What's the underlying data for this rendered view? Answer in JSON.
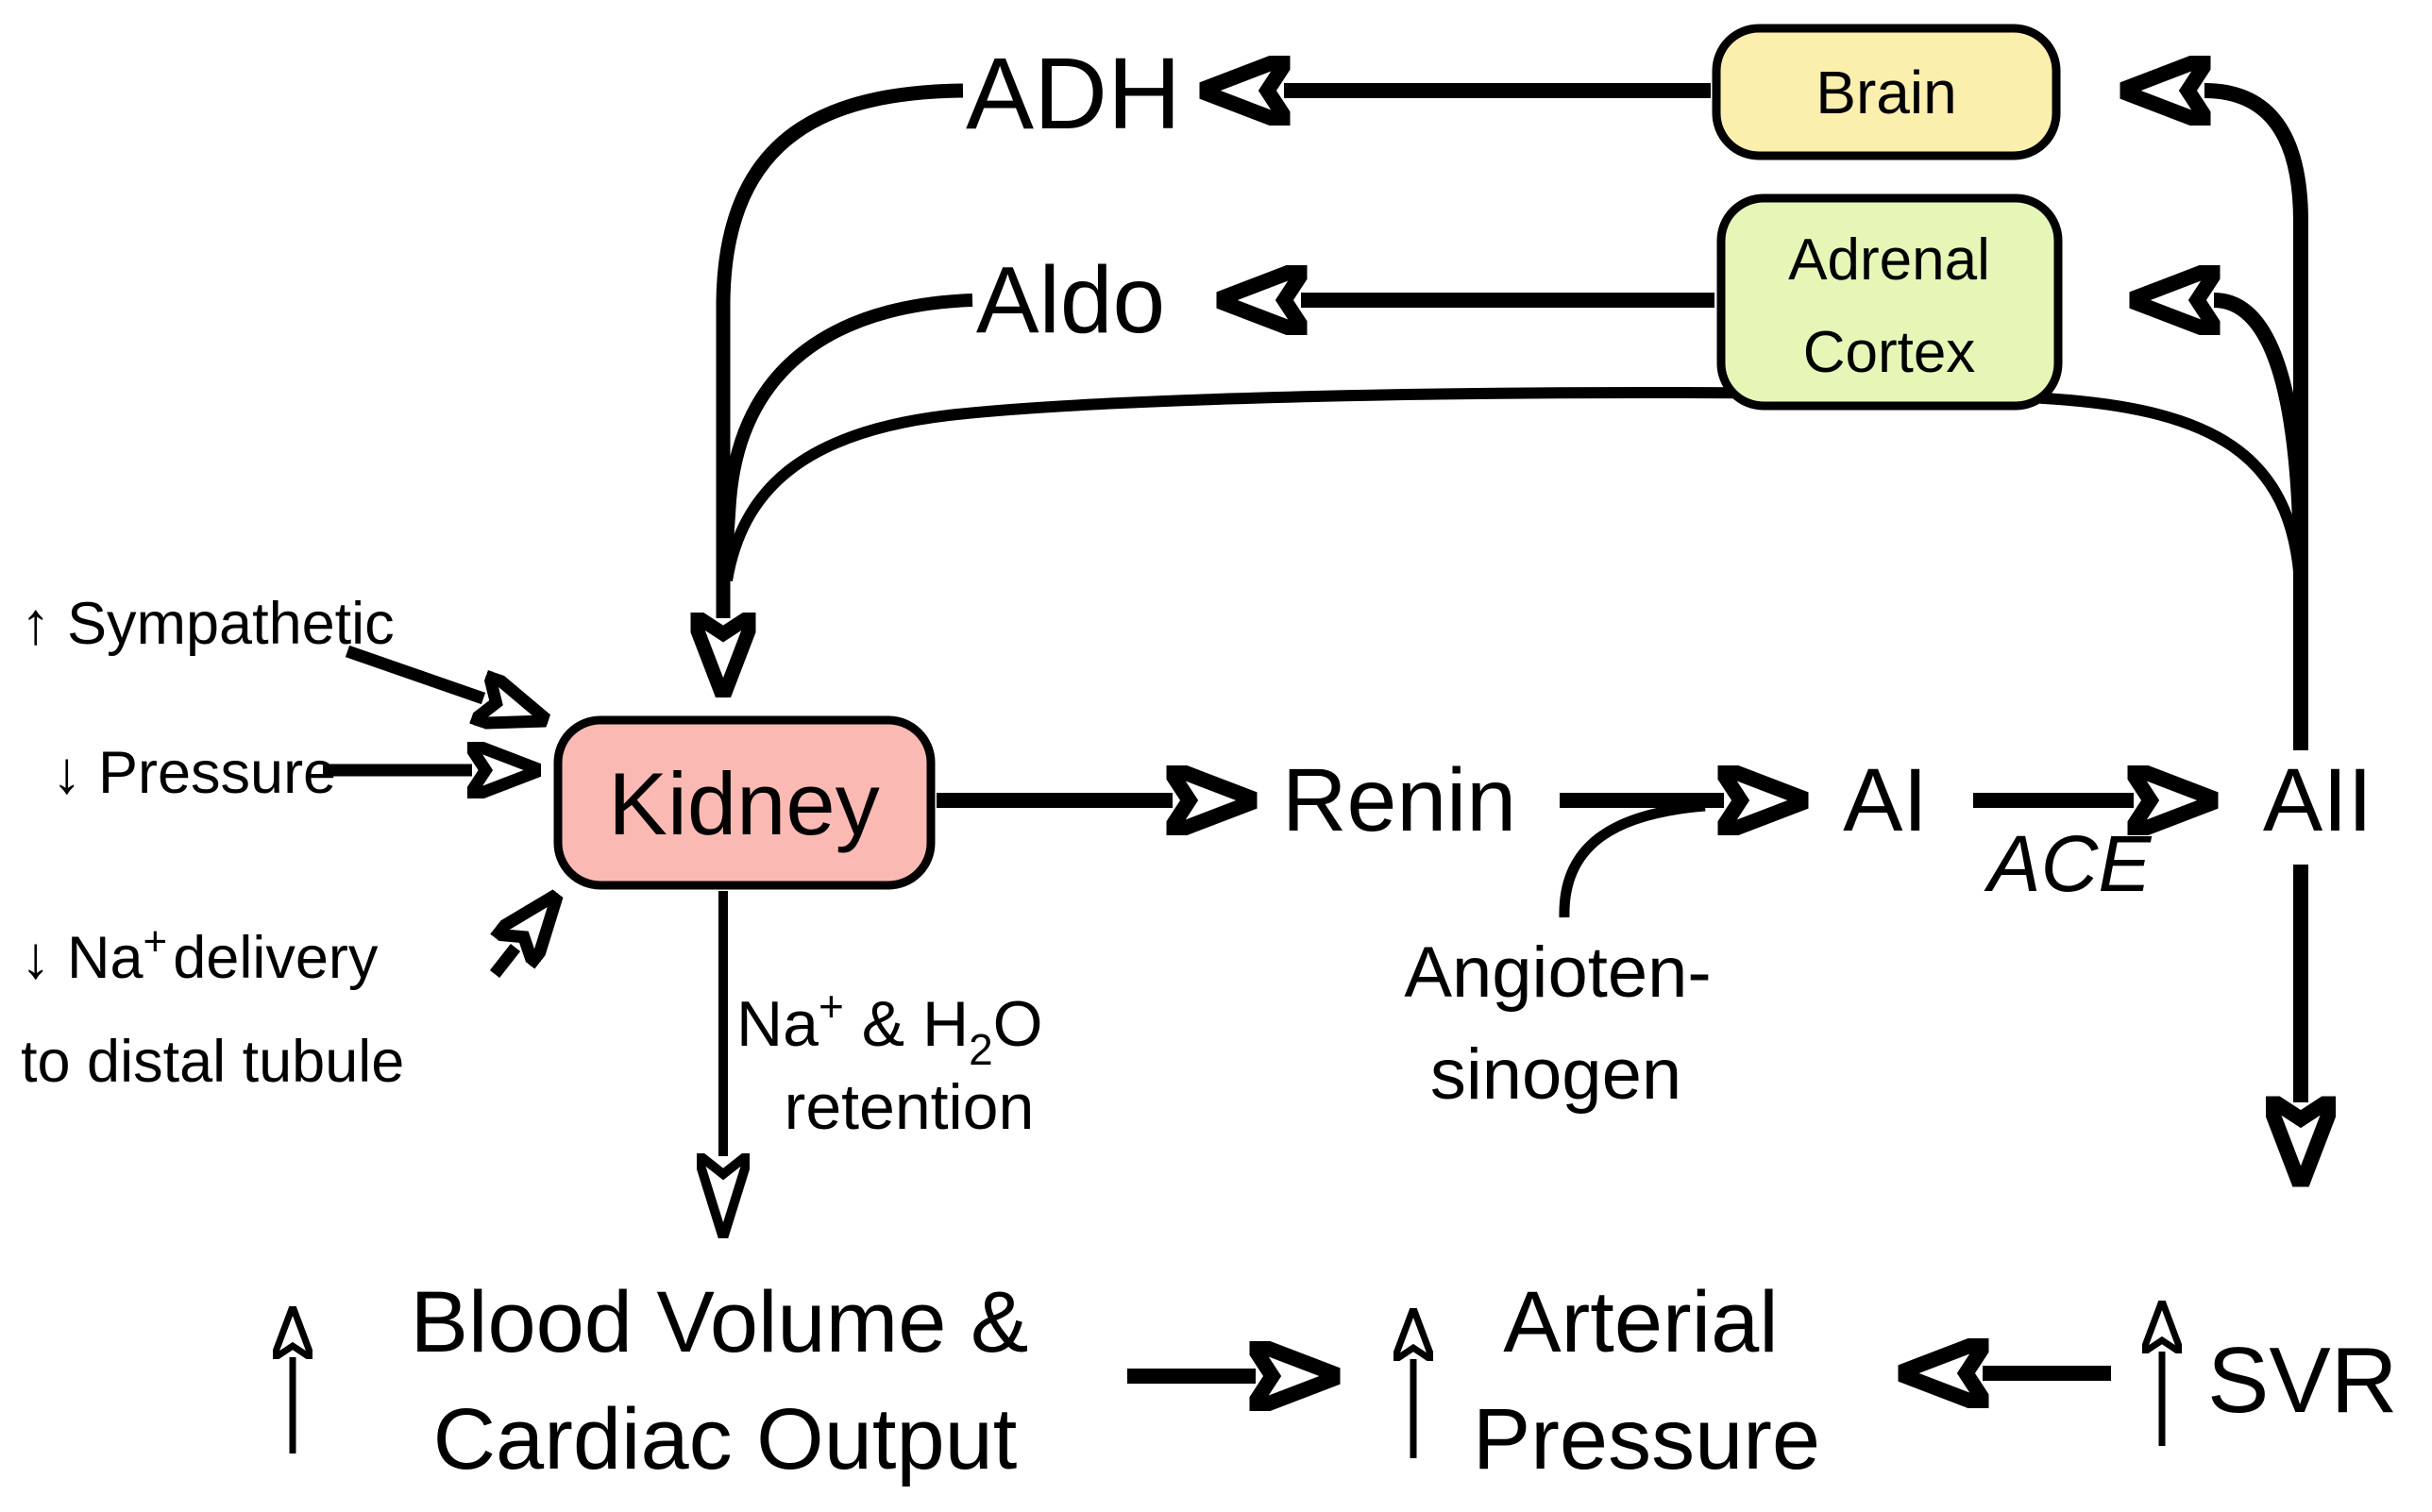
{
  "nodes": {
    "brain": {
      "label": "Brain"
    },
    "adrenal_cortex": {
      "line1": "Adrenal",
      "line2": "Cortex"
    },
    "kidney": {
      "label": "Kidney"
    }
  },
  "labels": {
    "adh": "ADH",
    "aldo": "Aldo",
    "renin": "Renin",
    "ai": "AI",
    "ace": "ACE",
    "aii": "AII"
  },
  "inputs": {
    "sympathetic": "↑ Sympathetic",
    "pressure": "↓ Pressure",
    "na_delivery_pre": "↓ Na",
    "na_delivery_sup": "+",
    "na_delivery_post": "delivery",
    "na_delivery_line2": "to distal tubule"
  },
  "retention": {
    "p1": "Na",
    "sup_plus": "+",
    "p2": " & H",
    "sub_2": "2",
    "p3": "O",
    "line2": "retention"
  },
  "angiotensinogen": {
    "line1": "Angioten-",
    "line2": "sinogen"
  },
  "outcomes": {
    "blood_volume_line1": "Blood Volume &",
    "blood_volume_line2": "Cardiac Output",
    "arterial_line1": "Arterial",
    "arterial_line2": "Pressure",
    "svr": "SVR"
  },
  "colors": {
    "hormone_red": "#F22000",
    "aii_red": "#FB5147",
    "ace_green": "#1F7A1F",
    "brain_fill": "#FBEFAD",
    "adrenal_fill": "#E5F6B7",
    "kidney_fill": "#FBB9B3",
    "line_black": "#000000"
  }
}
